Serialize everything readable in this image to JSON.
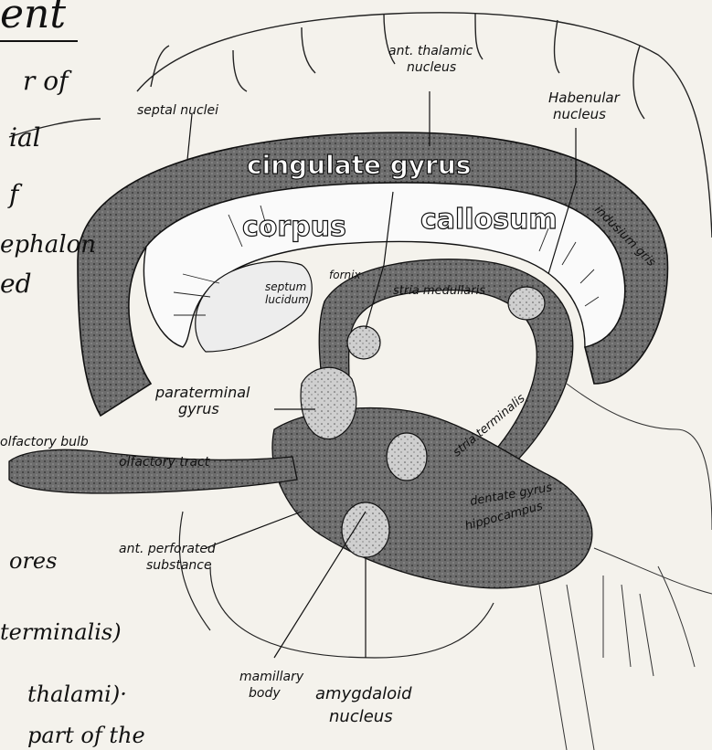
{
  "page": {
    "title_fragment": "ent",
    "margin_notes": [
      "r of",
      "ial",
      "f",
      "ephalon",
      "ed"
    ],
    "bottom_notes": [
      "ores",
      "terminalis)",
      "thalami)·",
      "part of the"
    ]
  },
  "labels": {
    "ant_thalamic_nucleus": "ant. thalamic\nnucleus",
    "septal_nuclei": "septal nuclei",
    "habenular_nucleus": "Habenular\nnucleus",
    "cingulate_gyrus": "cingulate gyrus",
    "indusium_griseum": "indusium gris",
    "corpus": "corpus",
    "callosum": "callosum",
    "septum_lucidum": "septum\nlucidum",
    "fornix": "fornix",
    "stria_medullaris": "stria medullaris",
    "paraterminal_gyrus": "paraterminal\ngyrus",
    "olfactory_bulb": "olfactory bulb",
    "olfactory_tract": "olfactory tract",
    "stria_terminalis": "stria terminalis",
    "dentate_gyrus": "dentate gyrus",
    "hippocampus": "hippocampus",
    "ant_perforated_substance": "ant. perforated\nsubstance",
    "mamillary_body": "mamillary\nbody",
    "amygdaloid_nucleus": "amygdaloid\nnucleus"
  }
}
